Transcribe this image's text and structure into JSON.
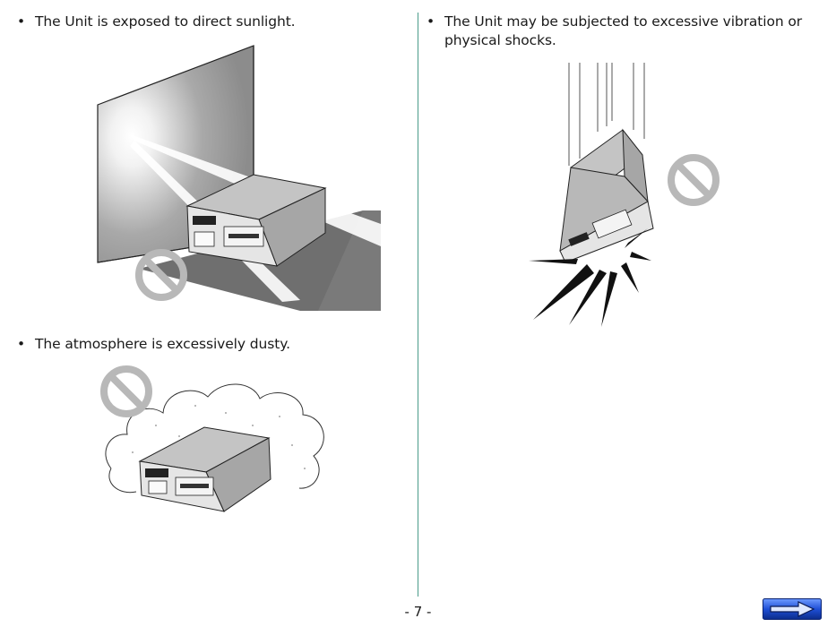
{
  "left_column": {
    "bullet_1": "The Unit is exposed to direct sunlight.",
    "bullet_2": "The atmosphere is excessively dusty."
  },
  "right_column": {
    "bullet_1": "The Unit may be subjected to excessive vibration or physical shocks."
  },
  "bullet_symbol": "•",
  "footer": {
    "page_number": "- 7 -"
  },
  "icons": {
    "prohibition": "prohibition-icon",
    "next_page": "arrow-right-icon"
  },
  "colors": {
    "divider": "#4a9b8a",
    "prohibition": "#b8b8b8",
    "next_button": "#1e4fd6"
  }
}
